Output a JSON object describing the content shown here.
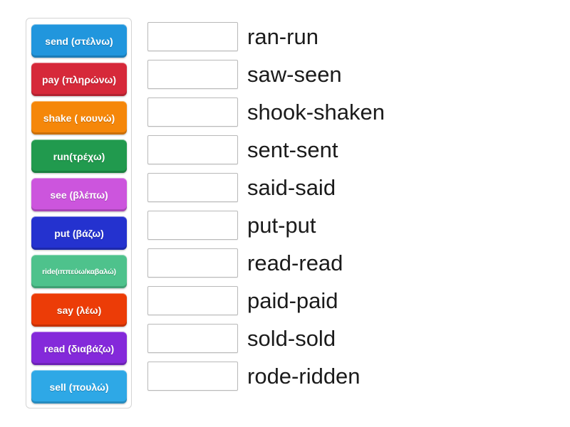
{
  "activity": {
    "type": "match-up",
    "title": "Irregular verbs match up"
  },
  "tiles": [
    {
      "label": "send (στέλνω)",
      "color": "#2196dd",
      "size": "normal"
    },
    {
      "label": "pay (πληρώνω)",
      "color": "#d6293a",
      "size": "normal"
    },
    {
      "label": "shake ( κουνώ)",
      "color": "#f5870a",
      "size": "normal"
    },
    {
      "label": "run(τρέχω)",
      "color": "#219a4e",
      "size": "normal"
    },
    {
      "label": "see (βλέπω)",
      "color": "#cc55dd",
      "size": "normal"
    },
    {
      "label": "put (βάζω)",
      "color": "#2432cf",
      "size": "normal"
    },
    {
      "label": "ride(ιππεύω/καβαλώ)",
      "color": "#4ec28c",
      "size": "small"
    },
    {
      "label": "say (λέω)",
      "color": "#ec3c07",
      "size": "normal"
    },
    {
      "label": "read (διαβάζω)",
      "color": "#8429da",
      "size": "normal"
    },
    {
      "label": "sell (πουλώ)",
      "color": "#2ea8e6",
      "size": "normal"
    }
  ],
  "answers": [
    {
      "drop_value": "",
      "text": "ran-run"
    },
    {
      "drop_value": "",
      "text": "saw-seen"
    },
    {
      "drop_value": "",
      "text": "shook-shaken"
    },
    {
      "drop_value": "",
      "text": "sent-sent"
    },
    {
      "drop_value": "",
      "text": "said-said"
    },
    {
      "drop_value": "",
      "text": "put-put"
    },
    {
      "drop_value": "",
      "text": "read-read"
    },
    {
      "drop_value": "",
      "text": "paid-paid"
    },
    {
      "drop_value": "",
      "text": "sold-sold"
    },
    {
      "drop_value": "",
      "text": "rode-ridden"
    }
  ],
  "colors": {
    "page_background": "#ffffff",
    "tray_border": "#d5d5d5",
    "drop_box_border": "#b9b9b9",
    "answer_text": "#1b1b1b"
  }
}
